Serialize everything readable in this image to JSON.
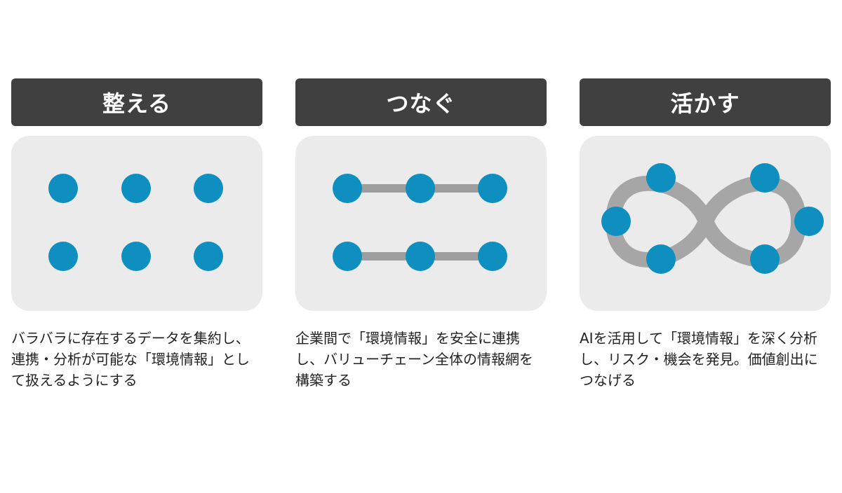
{
  "colors": {
    "header_bg": "#404040",
    "header_text": "#ffffff",
    "panel_bg": "#ebebeb",
    "node": "#0f8fbf",
    "link": "#9e9e9e"
  },
  "columns": [
    {
      "title": "整える",
      "description": "バラバラに存在するデータを集約し、連携・分析が可能な「環境情報」として扱えるようにする",
      "icon": "grid-dots-icon"
    },
    {
      "title": "つなぐ",
      "description": "企業間で「環境情報」を安全に連携し、バリューチェーン全体の情報網を構築する",
      "icon": "connected-dots-icon"
    },
    {
      "title": "活かす",
      "description": "AIを活用して「環境情報」を深く分析し、リスク・機会を発見。価値創出につなげる",
      "icon": "infinity-loop-icon"
    }
  ]
}
